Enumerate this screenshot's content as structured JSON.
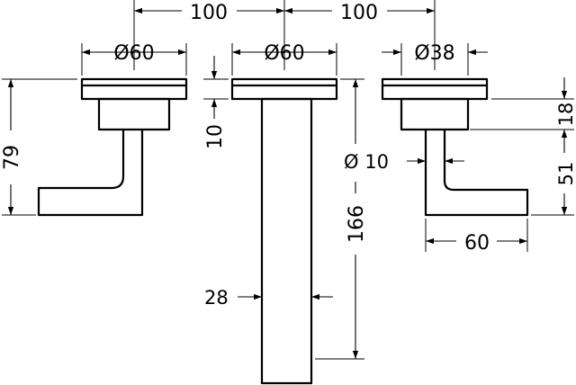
{
  "dimensions": {
    "spacing_left": "100",
    "spacing_right": "100",
    "diameter_left": "Ø60",
    "diameter_center": "Ø60",
    "diameter_right": "Ø38",
    "height_79": "79",
    "rosette_10": "10",
    "spout_166": "166",
    "spout_28": "28",
    "handle_bar_10": "Ø 10",
    "right_18": "18",
    "right_51": "51",
    "right_60": "60"
  }
}
